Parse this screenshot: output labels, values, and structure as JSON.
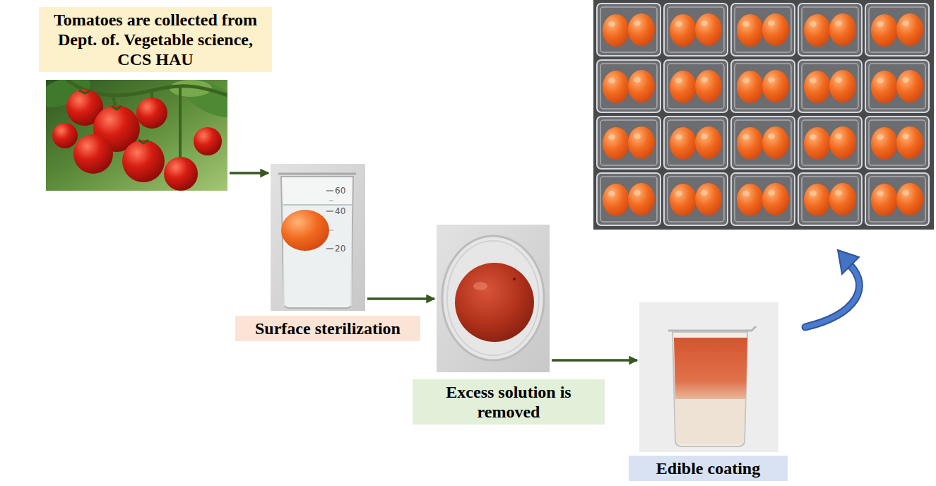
{
  "diagram": {
    "nodes": [
      {
        "text": [
          "Tomatoes are collected from Dept. of. Vegetable science, CCS HAU"
        ]
      },
      {
        "text": [
          "Surface sterilization"
        ]
      },
      {
        "text": [
          "Excess solution is removed"
        ]
      },
      {
        "text": [
          "Edible coating"
        ]
      }
    ],
    "edges": [
      {
        "from": 0,
        "to": 1,
        "arrow": "to"
      },
      {
        "from": 1,
        "to": 2,
        "arrow": "to"
      },
      {
        "from": 2,
        "to": 3,
        "arrow": "to"
      }
    ],
    "labels": [
      "60",
      "40",
      "20"
    ]
  }
}
